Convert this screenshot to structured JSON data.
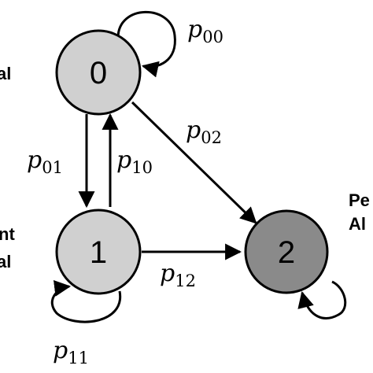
{
  "states": [
    {
      "id": "0",
      "label": "0",
      "fill": "#d0d0d0"
    },
    {
      "id": "1",
      "label": "1",
      "fill": "#d0d0d0"
    },
    {
      "id": "2",
      "label": "2",
      "fill": "#8a8a8a"
    }
  ],
  "transitions": {
    "p00": {
      "base": "p",
      "sub": "00"
    },
    "p01": {
      "base": "p",
      "sub": "01"
    },
    "p10": {
      "base": "p",
      "sub": "10"
    },
    "p02": {
      "base": "p",
      "sub": "02"
    },
    "p12": {
      "base": "p",
      "sub": "12"
    },
    "p11": {
      "base": "p",
      "sub": "11"
    }
  },
  "cut_labels": {
    "state0_partial": "al",
    "state1_partial_top": "nt",
    "state1_partial_bottom": "al",
    "state2_partial_top": "Pe",
    "state2_partial_bottom": "Al"
  },
  "colors": {
    "edge": "#000000",
    "node_stroke": "#000000"
  }
}
